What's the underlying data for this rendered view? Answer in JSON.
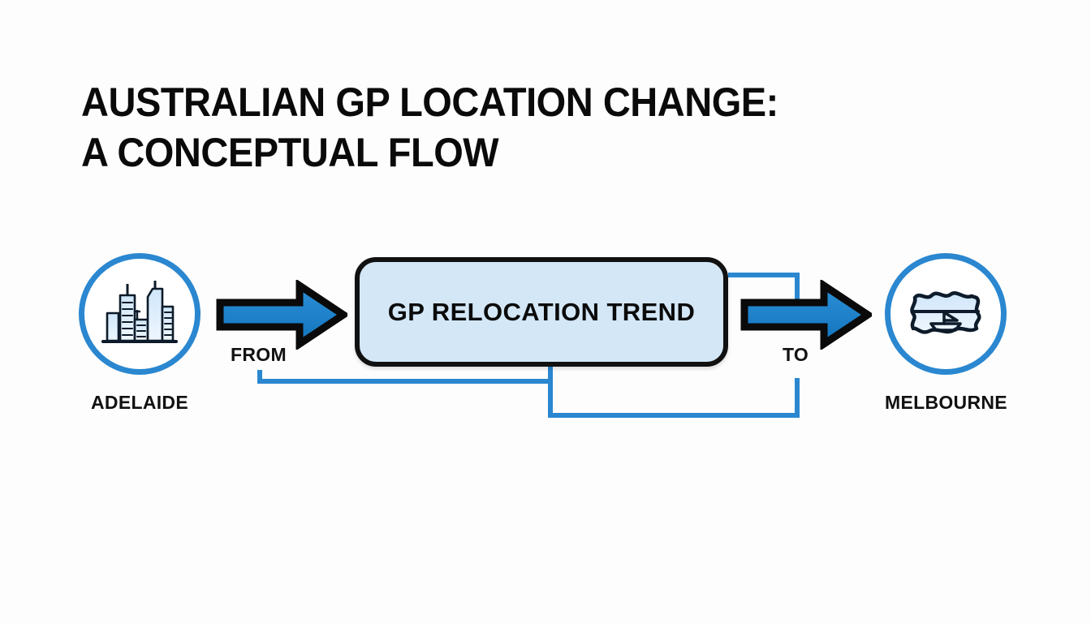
{
  "page": {
    "background_color": "#fdfdfd",
    "accent_blue": "#2a87d0",
    "arrow_blue": "#1a7fc8",
    "box_fill": "#d3e7f7",
    "outline_black": "#111111"
  },
  "title": {
    "line1": "AUSTRALIAN GP LOCATION CHANGE:",
    "line2": "A CONCEPTUAL FLOW"
  },
  "diagram": {
    "source": {
      "label": "ADELAIDE",
      "icon": "city-skyline-icon"
    },
    "destination": {
      "label": "MELBOURNE",
      "icon": "bay-boat-icon"
    },
    "process": {
      "label": "GP RELOCATION TREND"
    },
    "arrows": [
      {
        "name": "from-arrow",
        "caption": "FROM",
        "direction": "right"
      },
      {
        "name": "to-arrow",
        "caption": "TO",
        "direction": "right"
      }
    ]
  }
}
